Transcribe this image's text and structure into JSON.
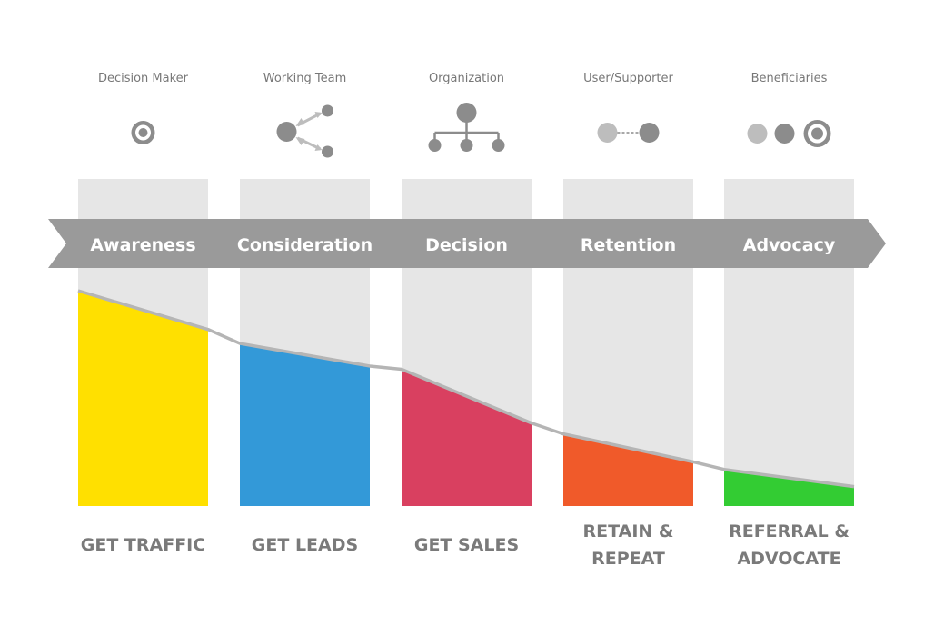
{
  "stages": [
    {
      "role": "Decision Maker",
      "icon": "target-icon",
      "stage": "Awareness",
      "goal_lines": [
        "GET TRAFFIC"
      ],
      "color": "#FFE000",
      "level_start": 1.0,
      "level_end": 0.82
    },
    {
      "role": "Working Team",
      "icon": "share-network-icon",
      "stage": "Consideration",
      "goal_lines": [
        "GET LEADS"
      ],
      "color": "#3399D8",
      "level_start": 0.755,
      "level_end": 0.65
    },
    {
      "role": "Organization",
      "icon": "org-chart-icon",
      "stage": "Decision",
      "goal_lines": [
        "GET SALES"
      ],
      "color": "#D94060",
      "level_start": 0.635,
      "level_end": 0.385
    },
    {
      "role": "User/Supporter",
      "icon": "connected-nodes-icon",
      "stage": "Retention",
      "goal_lines": [
        "RETAIN &",
        "REPEAT"
      ],
      "color": "#F05A2A",
      "level_start": 0.335,
      "level_end": 0.205
    },
    {
      "role": "Beneficiaries",
      "icon": "dots-target-icon",
      "stage": "Advocacy",
      "goal_lines": [
        "REFERRAL &",
        "ADVOCATE"
      ],
      "color": "#33CC33",
      "level_start": 0.17,
      "level_end": 0.09
    }
  ],
  "colors": {
    "column_background": "#E6E6E6",
    "arrow_band": "#9A9A9A",
    "trend_line": "#B5B5B5",
    "icon_dark": "#8C8C8C",
    "icon_light": "#BDBDBD"
  }
}
